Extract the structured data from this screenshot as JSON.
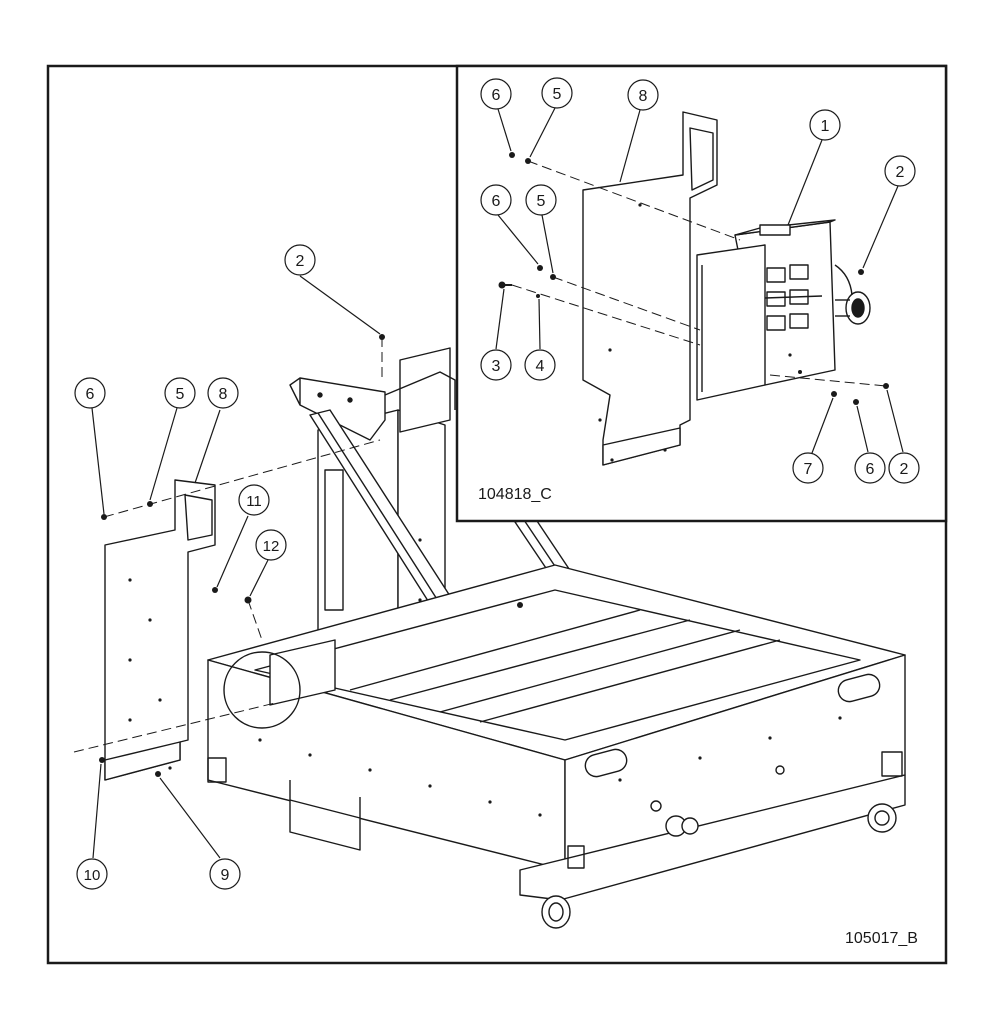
{
  "drawing": {
    "main_id": "105017_B",
    "inset_id": "104818_C"
  },
  "callouts": {
    "main": [
      "2",
      "6",
      "5",
      "8",
      "11",
      "12",
      "10",
      "9"
    ],
    "inset": [
      "6",
      "5",
      "8",
      "1",
      "2",
      "6",
      "5",
      "3",
      "4",
      "7",
      "6",
      "2"
    ]
  },
  "colors": {
    "line": "#1a1a1a",
    "background": "#ffffff"
  }
}
